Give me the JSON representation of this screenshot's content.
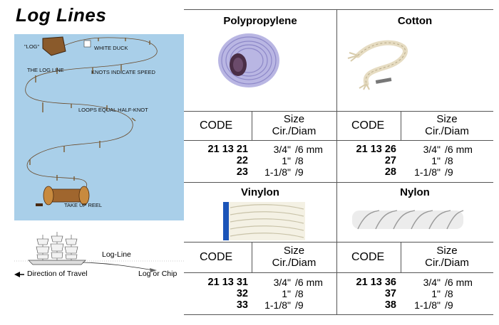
{
  "title": "Log Lines",
  "diagram": {
    "labels": {
      "log": "\"LOG\"",
      "white_duck": "WHITE DUCK",
      "log_line": "THE LOG LINE",
      "knots": "KNOTS INDICATE SPEED",
      "loops": "LOOPS EQUAL HALF-KNOT",
      "reel": "TAKE UP REEL"
    }
  },
  "ship_sketch": {
    "log_line": "Log-Line",
    "direction": "Direction of Travel",
    "log_chip": "Log or Chip"
  },
  "table_headers": {
    "code": "CODE",
    "size_line1": "Size",
    "size_line2": "Cir./Diam"
  },
  "products": [
    {
      "name": "Polypropylene",
      "codes": [
        "21 13 21",
        "22",
        "23"
      ],
      "sizes": [
        [
          "3/4\"",
          "/6 mm"
        ],
        [
          "1\"",
          "/8"
        ],
        [
          "1-1/8\"",
          "/9"
        ]
      ]
    },
    {
      "name": "Cotton",
      "codes": [
        "21 13 26",
        "27",
        "28"
      ],
      "sizes": [
        [
          "3/4\"",
          "/6 mm"
        ],
        [
          "1\"",
          "/8"
        ],
        [
          "1-1/8\"",
          "/9"
        ]
      ]
    },
    {
      "name": "Vinylon",
      "codes": [
        "21 13 31",
        "32",
        "33"
      ],
      "sizes": [
        [
          "3/4\"",
          "/6 mm"
        ],
        [
          "1\"",
          "/8"
        ],
        [
          "1-1/8\"",
          "/9"
        ]
      ]
    },
    {
      "name": "Nylon",
      "codes": [
        "21 13 36",
        "37",
        "38"
      ],
      "sizes": [
        [
          "3/4\"",
          "/6 mm"
        ],
        [
          "1\"",
          "/8"
        ],
        [
          "1-1/8\"",
          "/9"
        ]
      ]
    }
  ],
  "colors": {
    "diagram_bg": "#a9cfe9",
    "polypropylene": "#b9b6e3",
    "cotton": "#ece4d0",
    "vinylon": "#f4f1e4",
    "nylon": "#f2f2f2"
  }
}
